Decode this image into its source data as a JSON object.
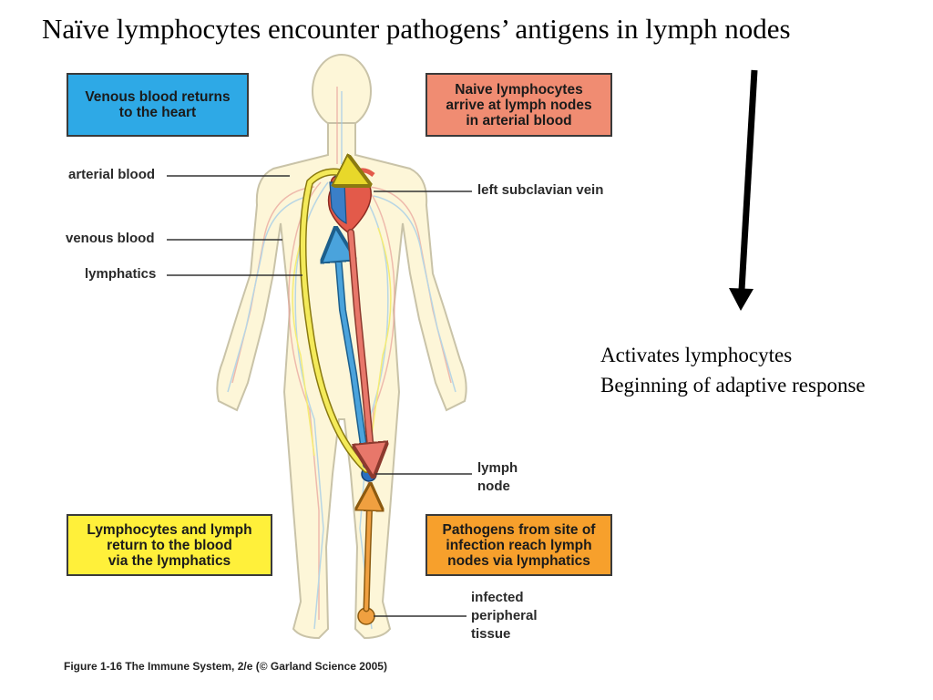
{
  "title": "Naïve lymphocytes encounter pathogens’ antigens in lymph nodes",
  "boxes": {
    "venous": "Venous blood returns\nto the heart",
    "naive": "Naive lymphocytes\narrive at lymph nodes\nin arterial blood",
    "lymph_return": "Lymphocytes and lymph\nreturn to the blood\nvia the lymphatics",
    "pathogens": "Pathogens from site of\ninfection reach lymph\nnodes via lymphatics"
  },
  "labels": {
    "arterial_blood": "arterial blood",
    "venous_blood": "venous blood",
    "lymphatics": "lymphatics",
    "left_subclavian_vein": "left subclavian vein",
    "lymph_node": "lymph\nnode",
    "infected_tissue": "infected\nperipheral\ntissue"
  },
  "caption": "Figure 1-16  The Immune System, 2/e (© Garland Science 2005)",
  "side_notes": {
    "line1": "Activates lymphocytes",
    "line2": "Beginning of adaptive response"
  },
  "colors": {
    "venous_box": "#2ea9e6",
    "naive_box": "#f08c72",
    "lymph_box": "#fff03a",
    "pathogen_box": "#f7a02c",
    "artery": "#e8776a",
    "vein": "#4aa3dc",
    "lymphatic": "#f2e84a"
  }
}
